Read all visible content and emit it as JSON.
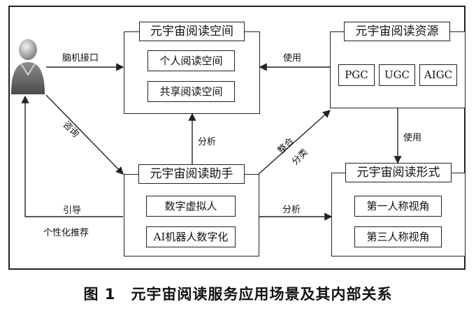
{
  "space": {
    "title": "元宇宙阅读空间",
    "items": [
      "个人阅读空间",
      "共享阅读空间"
    ]
  },
  "resources": {
    "title": "元宇宙阅读资源",
    "items": [
      "PGC",
      "UGC",
      "AIGC"
    ]
  },
  "assistant": {
    "title": "元宇宙阅读助手",
    "items": [
      "数字虚拟人",
      "AI机器人数字化"
    ]
  },
  "forms": {
    "title": "元宇宙阅读形式",
    "items": [
      "第一人称视角",
      "第三人称视角"
    ]
  },
  "edges": {
    "bci": "脑机接口",
    "use_top": "使用",
    "use_right": "使用",
    "consult": "咨询",
    "analyze_up": "分析",
    "integrate": "整合",
    "classify": "分类",
    "analyze_right": "分析",
    "guide": "引导",
    "recommend": "个性化推荐"
  },
  "caption": "图 1　元宇宙阅读服务应用场景及其内部关系"
}
